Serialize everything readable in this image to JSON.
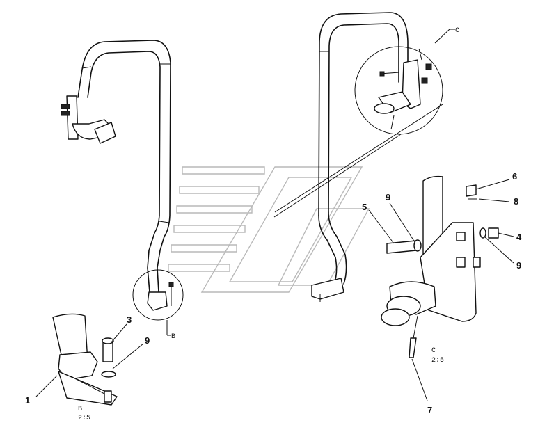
{
  "callouts": {
    "c1": "1",
    "c3": "3",
    "c9a": "9",
    "c5": "5",
    "c9b": "9",
    "c6": "6",
    "c8": "8",
    "c4": "4",
    "c9c": "9",
    "c7": "7"
  },
  "detail_refs": {
    "b_marker": "B",
    "c_marker": "C",
    "b_label": "B",
    "b_scale": "2:5",
    "c_label": "C",
    "c_scale": "2:5"
  },
  "colors": {
    "ink": "#111111",
    "watermark": "#b9b9b9",
    "background": "#ffffff"
  }
}
